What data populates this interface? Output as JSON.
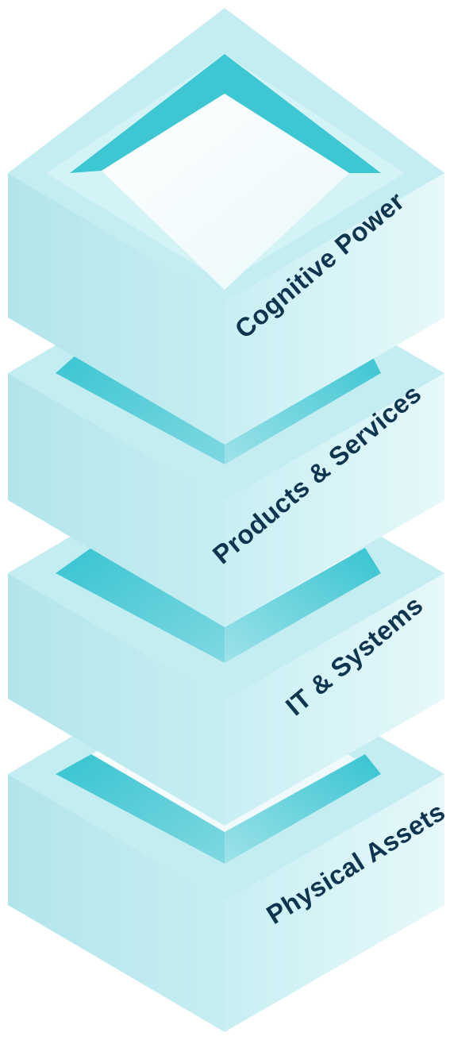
{
  "layers": [
    {
      "label": "Cognitive Power"
    },
    {
      "label": "Products & Services"
    },
    {
      "label": "IT & Systems"
    },
    {
      "label": "Physical Assets"
    }
  ],
  "colors": {
    "top_face": "#c5eef2",
    "left_face": "#b4e6ec",
    "right_face": "#d6f4f6",
    "inner_wall_dark": "#3cc7d3",
    "inner_wall_light": "#8fdde5",
    "opening": "#ffffff",
    "label": "#0e3550"
  }
}
